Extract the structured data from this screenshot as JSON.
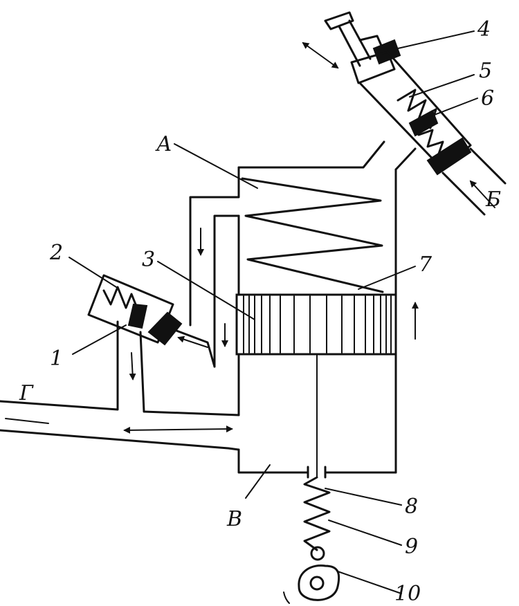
{
  "labels": {
    "n1": "1",
    "n2": "2",
    "n3": "3",
    "n4": "4",
    "n5": "5",
    "n6": "6",
    "n7": "7",
    "n8": "8",
    "n9": "9",
    "n10": "10",
    "A": "А",
    "B": "Б",
    "V": "В",
    "G": "Г"
  }
}
